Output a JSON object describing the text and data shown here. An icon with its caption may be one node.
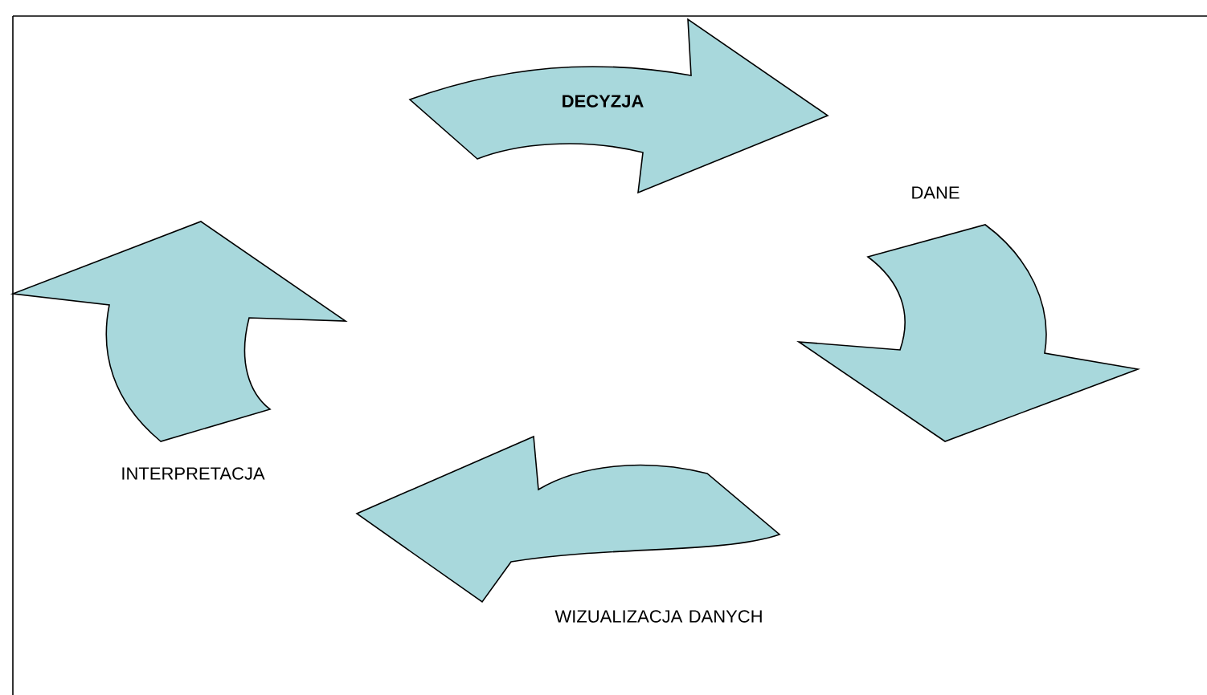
{
  "diagram": {
    "nodes": [
      {
        "text": [
          "DECYZJA"
        ]
      },
      {
        "text": [
          "DANE"
        ]
      },
      {
        "text": [
          "WIZUALIZACJA DANYCH"
        ]
      },
      {
        "text": [
          "INTERPRETACJA"
        ]
      }
    ]
  }
}
